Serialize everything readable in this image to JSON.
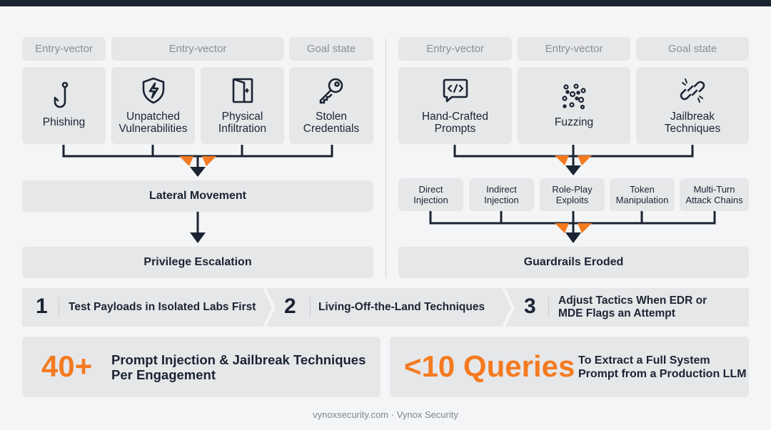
{
  "left_panel": {
    "headers": [
      "Entry-vector",
      "Entry-vector",
      "Goal state"
    ],
    "cards": [
      {
        "label": "Phishing",
        "icon": "fishhook-icon"
      },
      {
        "label": "Unpatched\nVulnerabilities",
        "icon": "shield-bolt-icon"
      },
      {
        "label": "Physical\nInfiltration",
        "icon": "door-icon"
      },
      {
        "label": "Stolen\nCredentials",
        "icon": "key-icon"
      }
    ],
    "stage1": "Lateral Movement",
    "stage2": "Privilege Escalation"
  },
  "right_panel": {
    "headers": [
      "Entry-vector",
      "Entry-vector",
      "Goal state"
    ],
    "cards": [
      {
        "label": "Hand-Crafted\nPrompts",
        "icon": "code-chat-icon"
      },
      {
        "label": "Fuzzing",
        "icon": "scatter-dots-icon"
      },
      {
        "label": "Jailbreak\nTechniques",
        "icon": "broken-chain-icon"
      }
    ],
    "techniques": [
      "Direct\nInjection",
      "Indirect\nInjection",
      "Role-Play\nExploits",
      "Token\nManipulation",
      "Multi-Turn\nAttack Chains"
    ],
    "outcome": "Guardrails Eroded"
  },
  "steps": [
    {
      "num": "1",
      "text": "Test Payloads in Isolated Labs First"
    },
    {
      "num": "2",
      "text": "Living-Off-the-Land Techniques"
    },
    {
      "num": "3",
      "text": "Adjust Tactics When EDR or\nMDE Flags an Attempt"
    }
  ],
  "stats": [
    {
      "value": "40+",
      "text": "Prompt Injection & Jailbreak Techniques\nPer Engagement"
    },
    {
      "value": "<10 Queries",
      "text": "To Extract a Full System\nPrompt from a Production LLM"
    }
  ],
  "footer": "vynoxsecurity.com · Vynox Security",
  "colors": {
    "accent": "#f47a20",
    "dark": "#1a2331",
    "box": "#e6e7e9"
  }
}
